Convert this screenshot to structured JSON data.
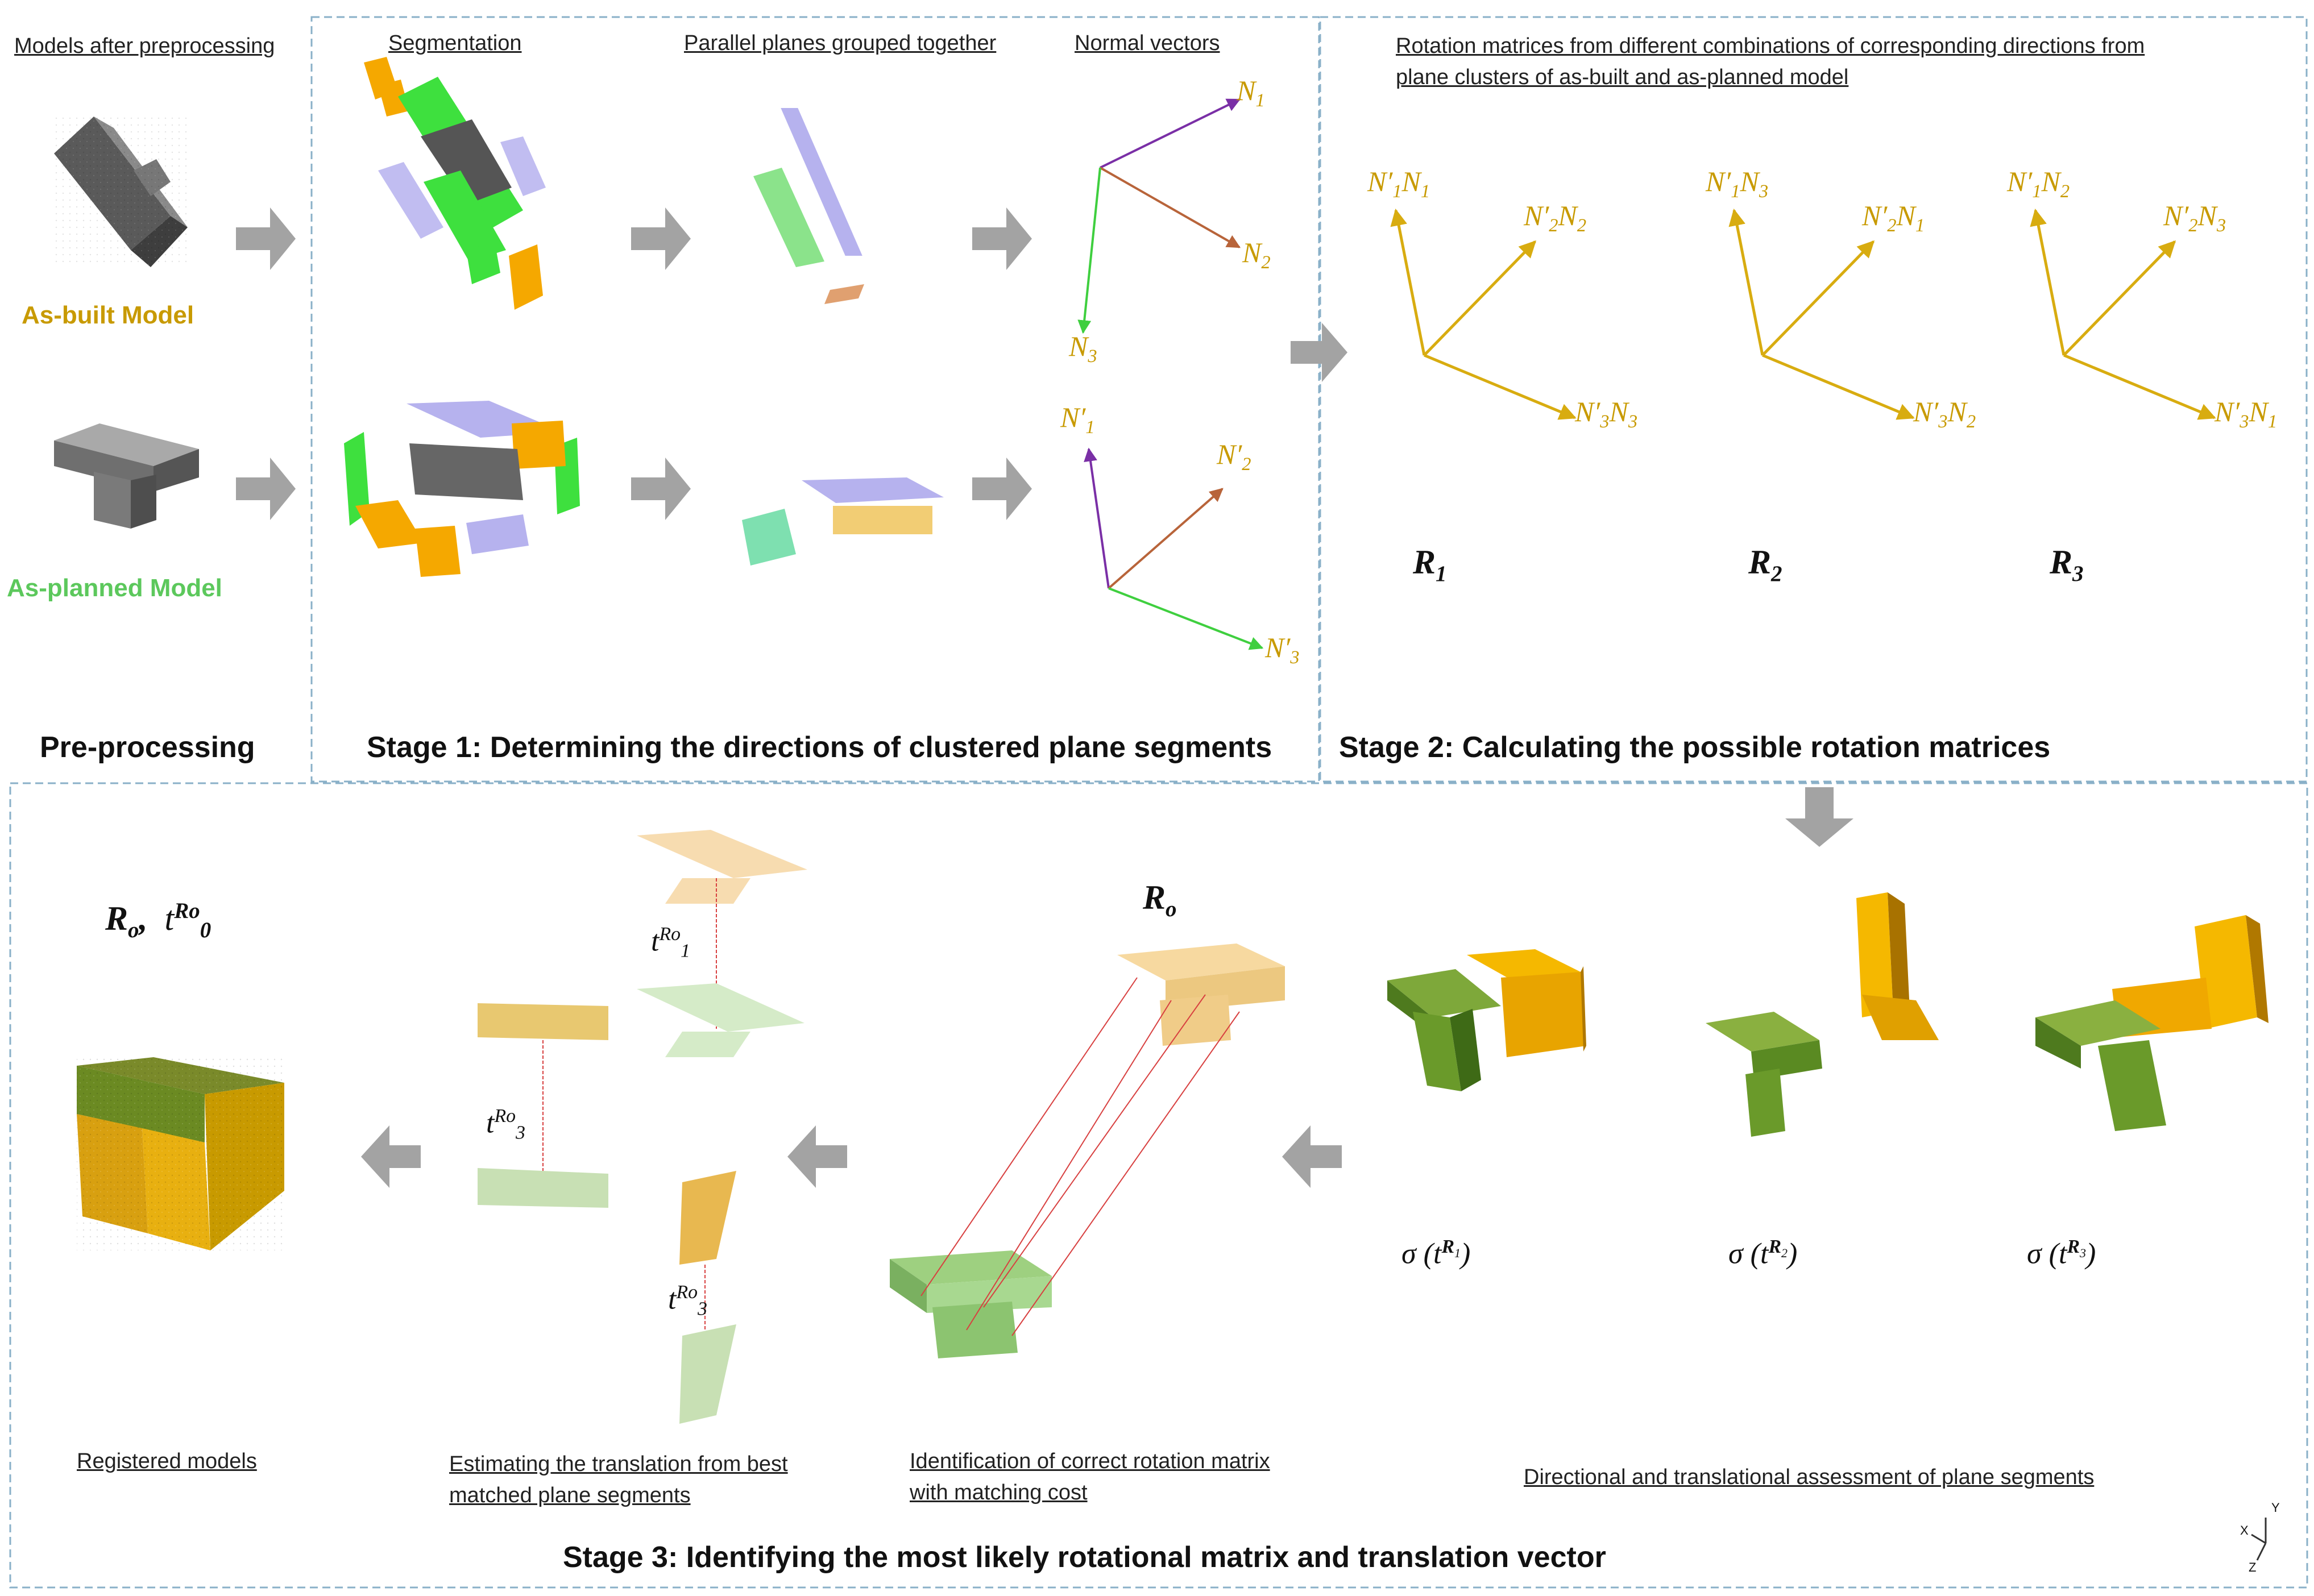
{
  "preprocessing": {
    "header": "Models after preprocessing",
    "as_built_label": "As-built Model",
    "as_planned_label": "As-planned Model",
    "title": "Pre-processing"
  },
  "stage1": {
    "segmentation_header": "Segmentation",
    "grouped_header": "Parallel planes grouped together",
    "normals_header": "Normal vectors",
    "title": "Stage 1: Determining the directions of clustered plane segments",
    "n_labels": [
      "N",
      "N",
      "N"
    ],
    "n_subs": [
      "1",
      "2",
      "3"
    ],
    "np_labels": [
      "N′",
      "N′",
      "N′"
    ],
    "np_subs": [
      "1",
      "2",
      "3"
    ]
  },
  "stage2": {
    "header_line1": "Rotation matrices from different combinations of corresponding directions from",
    "header_line2": "plane clusters  of as-built and as-planned model",
    "title": "Stage 2: Calculating the possible rotation matrices",
    "combos": [
      {
        "r": "R",
        "r_sub": "1",
        "pairs": [
          [
            "1",
            "1"
          ],
          [
            "2",
            "2"
          ],
          [
            "3",
            "3"
          ]
        ]
      },
      {
        "r": "R",
        "r_sub": "2",
        "pairs": [
          [
            "1",
            "3"
          ],
          [
            "2",
            "1"
          ],
          [
            "3",
            "2"
          ]
        ]
      },
      {
        "r": "R",
        "r_sub": "3",
        "pairs": [
          [
            "1",
            "2"
          ],
          [
            "2",
            "3"
          ],
          [
            "3",
            "1"
          ]
        ]
      }
    ]
  },
  "stage3": {
    "title": "Stage 3: Identifying the most likely rotational matrix and translation vector",
    "registered_caption": "Registered models",
    "translation_caption_line1": "Estimating the translation from best",
    "translation_caption_line2": "matched plane segments",
    "identification_caption_line1": "Identification of correct rotation matrix",
    "identification_caption_line2": "with matching cost",
    "assessment_caption": "Directional and translational assessment of plane segments",
    "ro_label": "R",
    "ro_sub": "o",
    "result_label_r": "R",
    "result_label_t": "t",
    "sigma_labels": [
      {
        "sig": "σ",
        "t": "t",
        "sup": "R",
        "supsub": "1"
      },
      {
        "sig": "σ",
        "t": "t",
        "sup": "R",
        "supsub": "2"
      },
      {
        "sig": "σ",
        "t": "t",
        "sup": "R",
        "supsub": "3"
      }
    ],
    "t_labels": [
      {
        "t": "t",
        "sup": "Ro",
        "sub": "1"
      },
      {
        "t": "t",
        "sup": "Ro",
        "sub": "3"
      },
      {
        "t": "t",
        "sup": "Ro",
        "sub": "3"
      }
    ]
  },
  "axes": {
    "x": "X",
    "y": "Y",
    "z": "Z"
  },
  "colors": {
    "gold": "#c89a00",
    "orange": "#f5a800",
    "green_plane": "#3ee03e",
    "blue_plane": "#b6b2ee",
    "purple_arrow": "#7a2fa6",
    "brown_arrow": "#b8643a",
    "green_arrow": "#3fcf3f",
    "dash_border": "#8ab0c8",
    "arrow_gray": "#a3a3a3"
  }
}
